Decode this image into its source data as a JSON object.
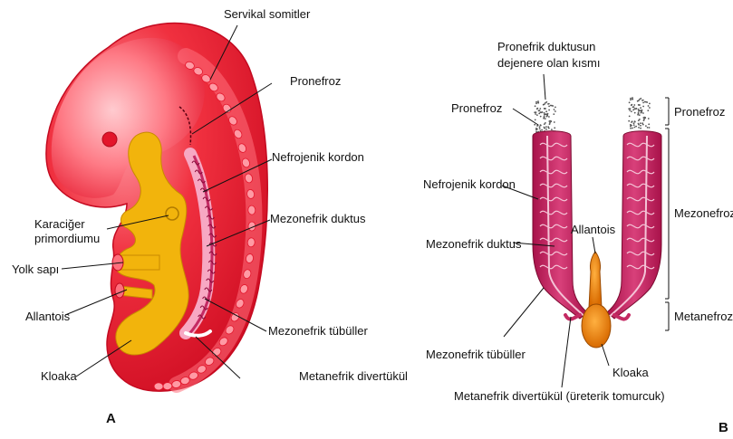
{
  "panel_a": {
    "letter": "A",
    "labels": {
      "servikal_somitler": "Servikal somitler",
      "pronefroz": "Pronefroz",
      "nefrojenik_kordon": "Nefrojenik kordon",
      "mezonefrik_duktus": "Mezonefrik duktus",
      "karaciger_line1": "Karaciğer",
      "karaciger_line2": "primordiumu",
      "yolk_sapi": "Yolk sapı",
      "allantois": "Allantois",
      "kloaka": "Kloaka",
      "mezonefrik_tubuller": "Mezonefrik tübüller",
      "metanefrik_divertukul": "Metanefrik divertükül"
    }
  },
  "panel_b": {
    "letter": "B",
    "labels": {
      "pronefrik_line1": "Pronefrik duktusun",
      "pronefrik_line2": "dejenere olan kısmı",
      "pronefroz_left": "Pronefroz",
      "nefrojenik_kordon": "Nefrojenik kordon",
      "mezonefrik_duktus": "Mezonefrik duktus",
      "allantois": "Allantois",
      "mezonefrik_tubuller": "Mezonefrik tübüller",
      "kloaka": "Kloaka",
      "metanefrik_divertukul": "Metanefrik divertükül (üreterik tomurcuk)",
      "region_pronefroz": "Pronefroz",
      "region_mezonefroz": "Mezonefroz",
      "region_metanefroz": "Metanefroz"
    }
  },
  "colors": {
    "embryo_red": "#e3152b",
    "embryo_light": "#ff8a93",
    "yellow": "#f2b40c",
    "pink_duct": "#c42a63",
    "orange_cloaca": "#f08a00"
  }
}
